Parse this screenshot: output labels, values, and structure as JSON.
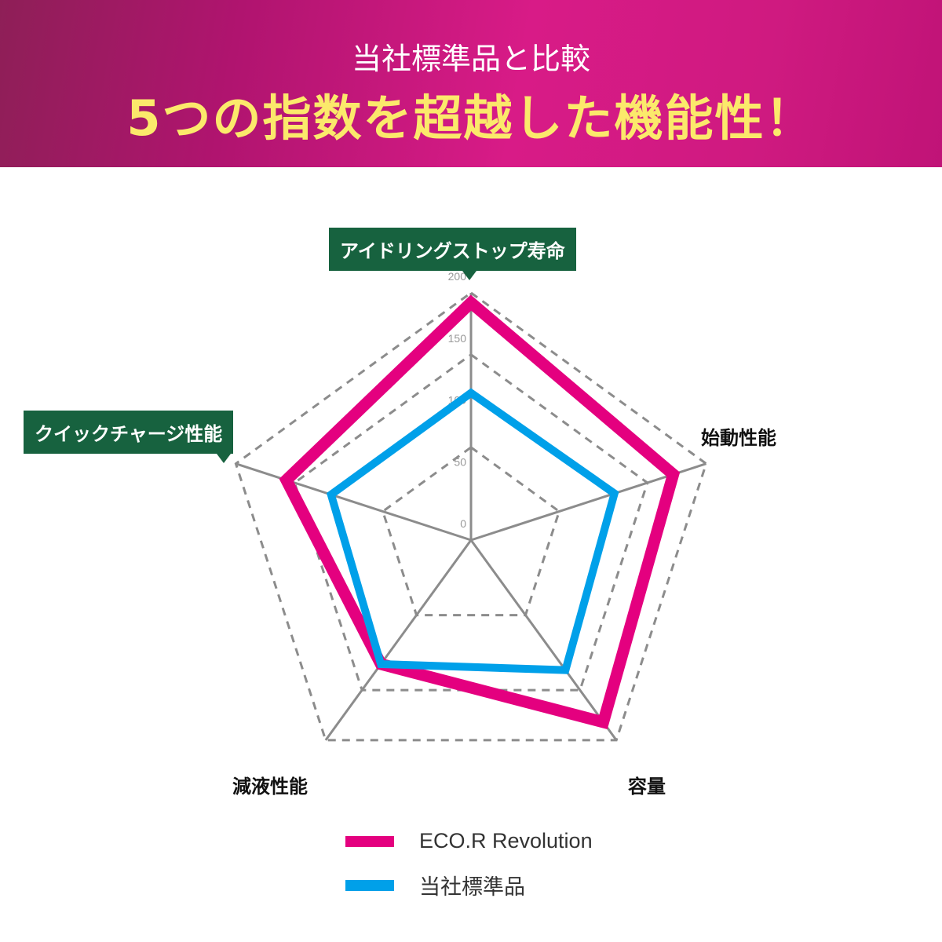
{
  "header": {
    "subtitle": "当社標準品と比較",
    "title": "5つの指数を超越した機能性！"
  },
  "chart_data": {
    "type": "radar",
    "axes": [
      "アイドリングストップ寿命",
      "始動性能",
      "容量",
      "減液性能",
      "クイックチャージ性能"
    ],
    "ticks": [
      "0",
      "50",
      "100",
      "150",
      "200"
    ],
    "rlim": [
      0,
      200
    ],
    "rings": [
      75,
      150,
      200
    ],
    "series": [
      {
        "name": "ECO.R Revolution",
        "color": "#e4007f",
        "values": [
          192,
          172,
          182,
          124,
          157
        ]
      },
      {
        "name": "当社標準品",
        "color": "#00a0e9",
        "values": [
          119,
          122,
          130,
          124,
          119
        ]
      }
    ],
    "legend": "bottom"
  }
}
